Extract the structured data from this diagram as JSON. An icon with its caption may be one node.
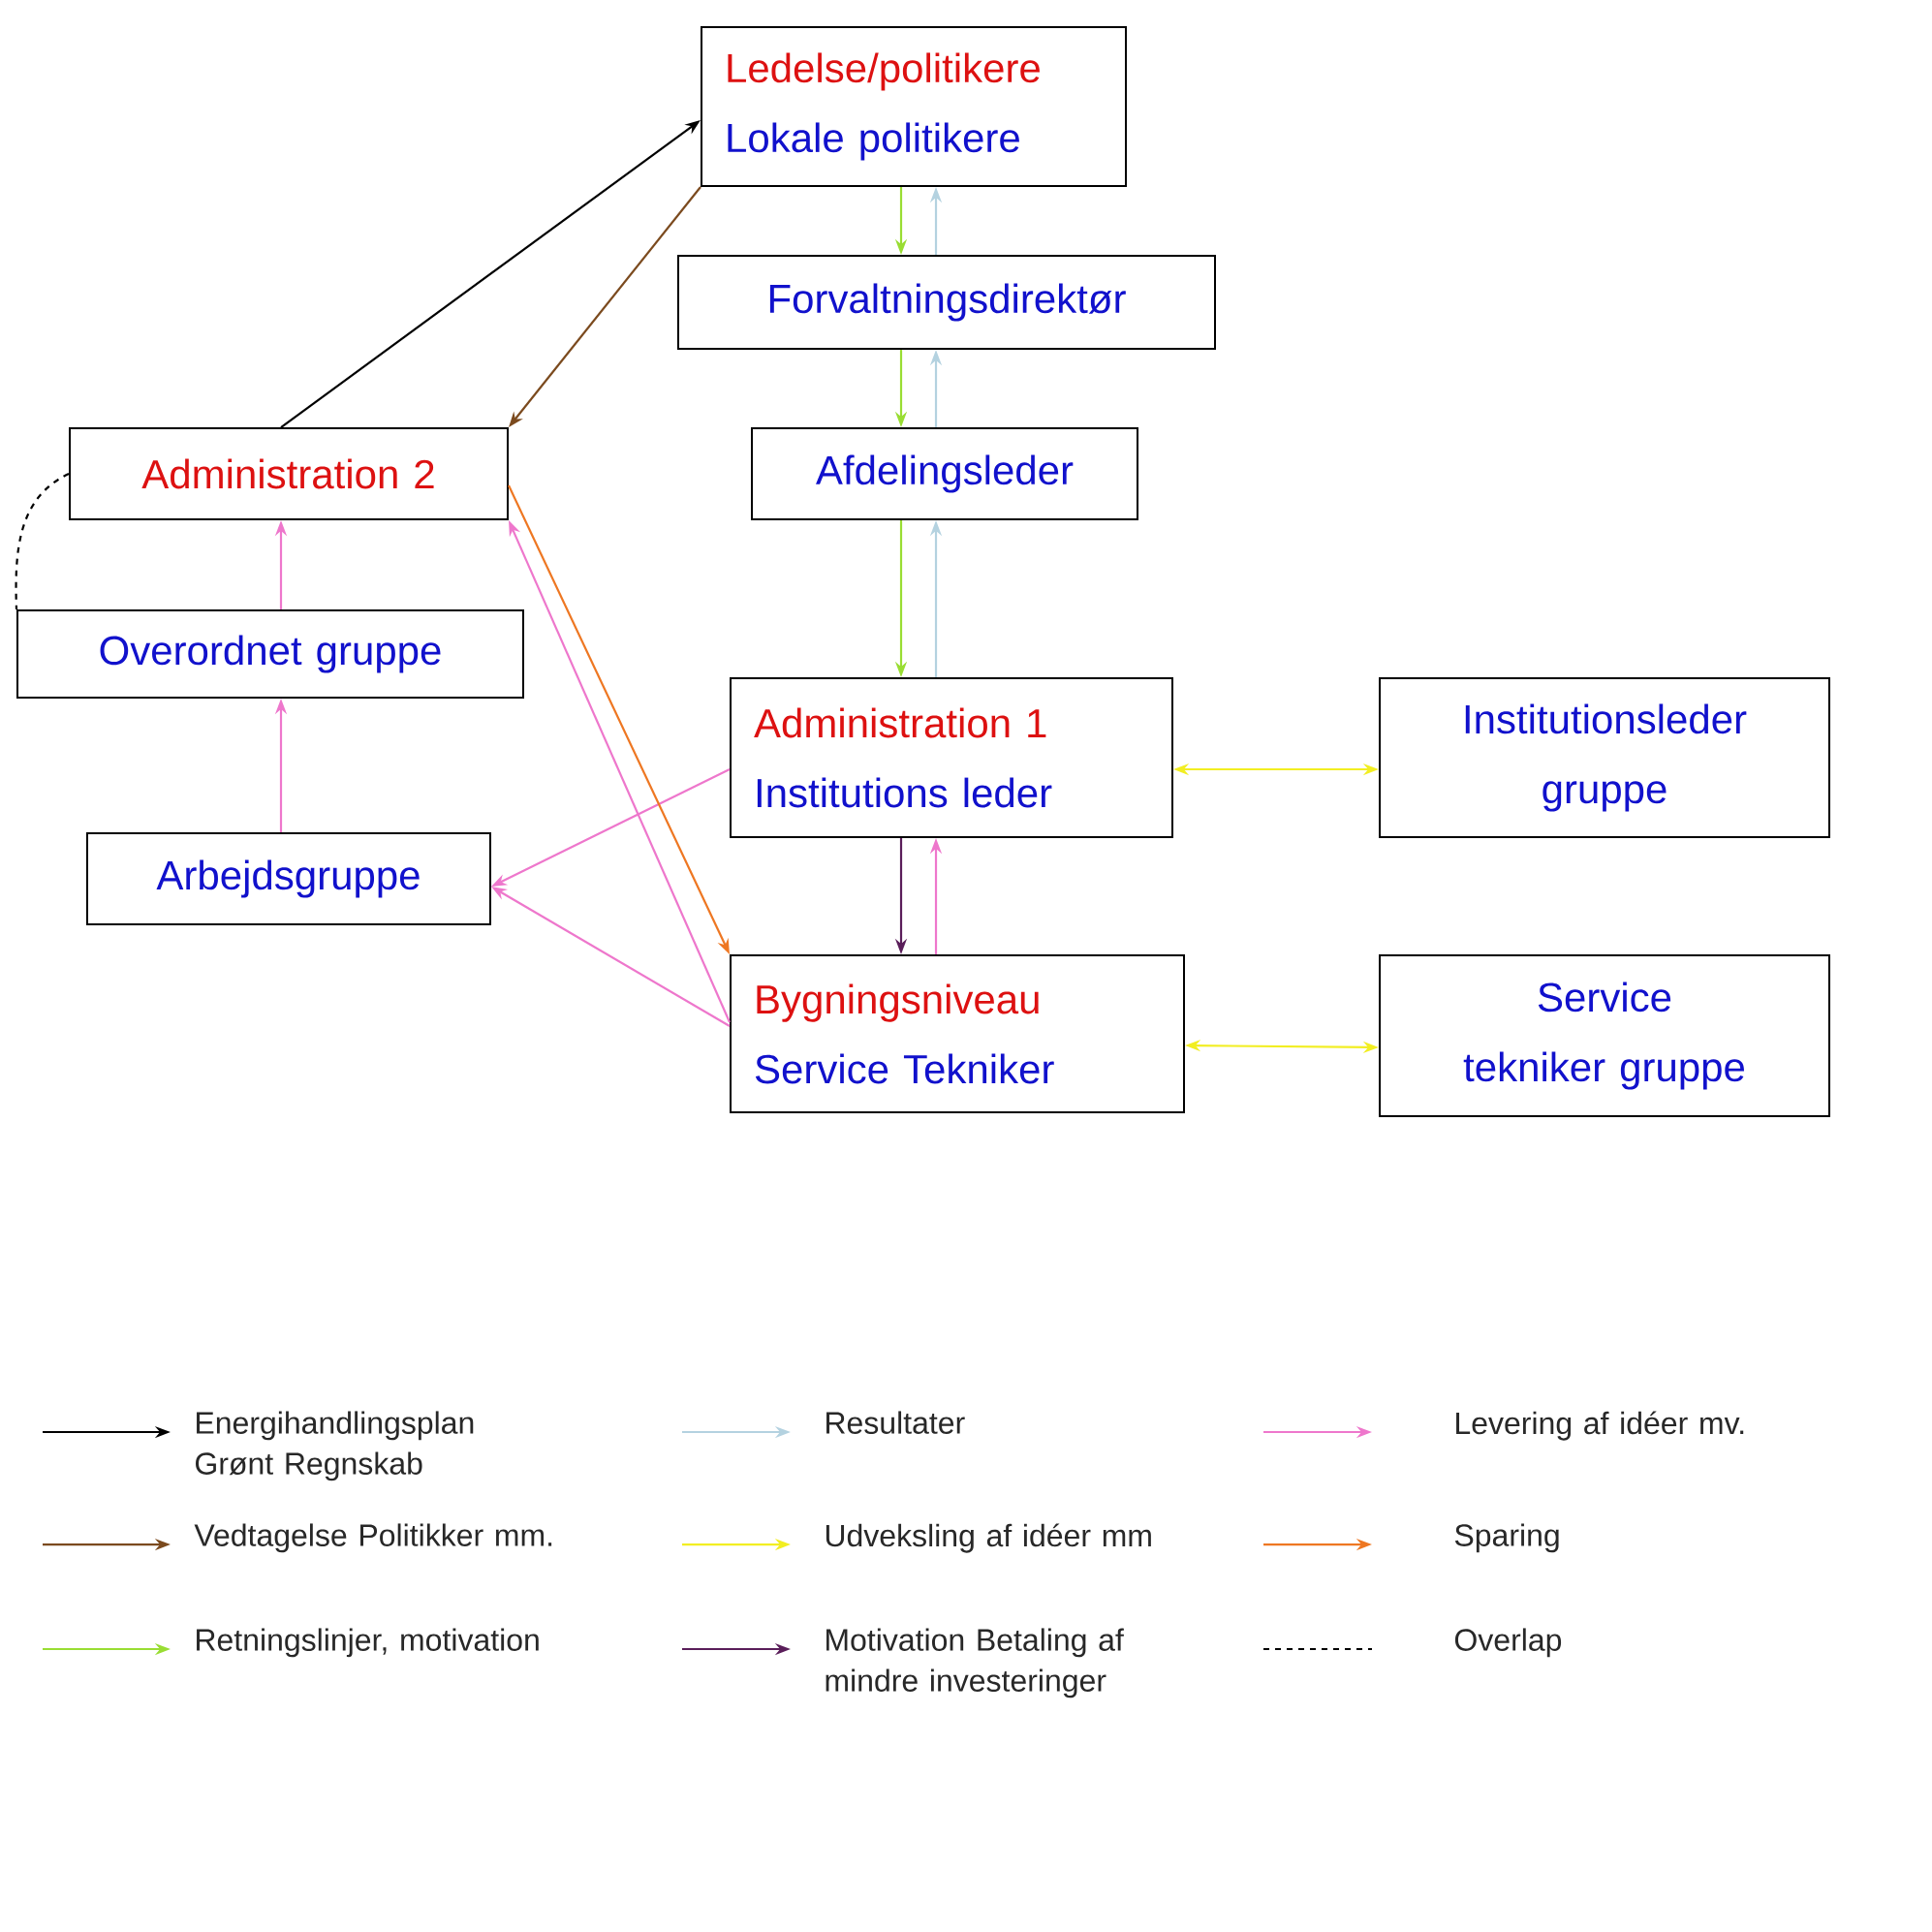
{
  "diagram": {
    "nodes": [
      {
        "text": [
          "Ledelse/politikere",
          "Lokale politikere"
        ]
      },
      {
        "text": [
          "Forvaltningsdirektør"
        ]
      },
      {
        "text": [
          "Administration 2"
        ]
      },
      {
        "text": [
          "Afdelingsleder"
        ]
      },
      {
        "text": [
          "Overordnet gruppe"
        ]
      },
      {
        "text": [
          "Administration 1",
          "Institutions leder"
        ]
      },
      {
        "text": [
          "Institutionsleder gruppe"
        ]
      },
      {
        "text": [
          "Arbejdsgruppe"
        ]
      },
      {
        "text": [
          "Bygningsniveau",
          "Service Tekniker"
        ]
      },
      {
        "text": [
          "Service tekniker gruppe"
        ]
      }
    ],
    "edges": [
      {
        "from": 2,
        "to": 0,
        "arrow": "to",
        "color": "#000000"
      },
      {
        "from": 0,
        "to": 2,
        "arrow": "to",
        "color": "#7b4a1e"
      },
      {
        "from": 0,
        "to": 1,
        "arrow": "to",
        "color": "#99dd33"
      },
      {
        "from": 1,
        "to": 3,
        "arrow": "to",
        "color": "#99dd33"
      },
      {
        "from": 3,
        "to": 5,
        "arrow": "to",
        "color": "#99dd33"
      },
      {
        "from": 1,
        "to": 0,
        "arrow": "to",
        "color": "#b4d2e0"
      },
      {
        "from": 3,
        "to": 1,
        "arrow": "to",
        "color": "#b4d2e0"
      },
      {
        "from": 5,
        "to": 3,
        "arrow": "to",
        "color": "#b4d2e0"
      },
      {
        "from": 5,
        "to": 6,
        "arrow": "both",
        "color": "#f2ee22"
      },
      {
        "from": 8,
        "to": 9,
        "arrow": "both",
        "color": "#f2ee22"
      },
      {
        "from": 5,
        "to": 8,
        "arrow": "to",
        "color": "#5a1e5a"
      },
      {
        "from": 8,
        "to": 5,
        "arrow": "to"
      },
      {
        "from": 7,
        "to": 4,
        "arrow": "to"
      },
      {
        "from": 4,
        "to": 2,
        "arrow": "to"
      },
      {
        "from": 5,
        "to": 7,
        "arrow": "to"
      },
      {
        "from": 8,
        "to": 7,
        "arrow": "to"
      },
      {
        "from": 8,
        "to": 2,
        "arrow": "to"
      },
      {
        "from": 2,
        "to": 8,
        "arrow": "to",
        "color": "#ee7722"
      },
      {
        "from": 2,
        "to": 4,
        "arrow": "none",
        "style": "dashed",
        "color": "#000000"
      }
    ],
    "legend": [
      {
        "text": "Energihandlingsplan Grønt Regnskab"
      },
      {
        "text": "Resultater"
      },
      {
        "text": "Levering af idéer mv."
      },
      {
        "text": "Vedtagelse Politikker mm."
      },
      {
        "text": "Udveksling af idéer mm"
      },
      {
        "text": "Sparing"
      },
      {
        "text": "Retningslinjer, motivation"
      },
      {
        "text": "Motivation Betaling af mindre investeringer"
      },
      {
        "text": "Overlap"
      }
    ]
  }
}
